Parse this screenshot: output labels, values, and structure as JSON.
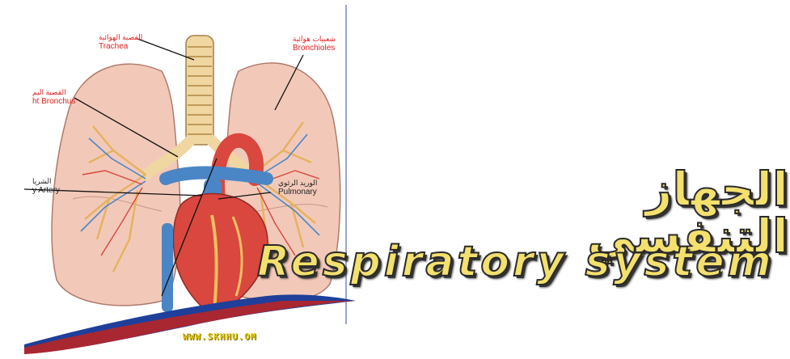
{
  "labels": {
    "trachea_ar": "القصبة الهوائية",
    "trachea_en": "Trachea",
    "bronchioles_ar": "شعبيات هوائية",
    "bronchioles_en": "Bronchioles",
    "bronchus_ar": "القصبة اليم",
    "bronchus_en": "ht Bronchus",
    "artery_ar": "الشريا",
    "artery_en": "y Artery",
    "pulmonary_ar": "الوريد الرئوي",
    "pulmonary_en": "Pulmonary"
  },
  "title": {
    "arabic": "الجهاز التنفسي",
    "english": "Respiratory  system"
  },
  "watermark": "WWW.SKHHU.OM",
  "colors": {
    "label_red": "#e02020",
    "title_fill": "#f3e06e",
    "title_outline": "#2a2a2a",
    "lung": "#f2c9b9",
    "heart": "#d9473f",
    "vein_blue": "#4a86c5",
    "wave_blue": "#1f3f9a",
    "wave_red": "#c2231f"
  }
}
